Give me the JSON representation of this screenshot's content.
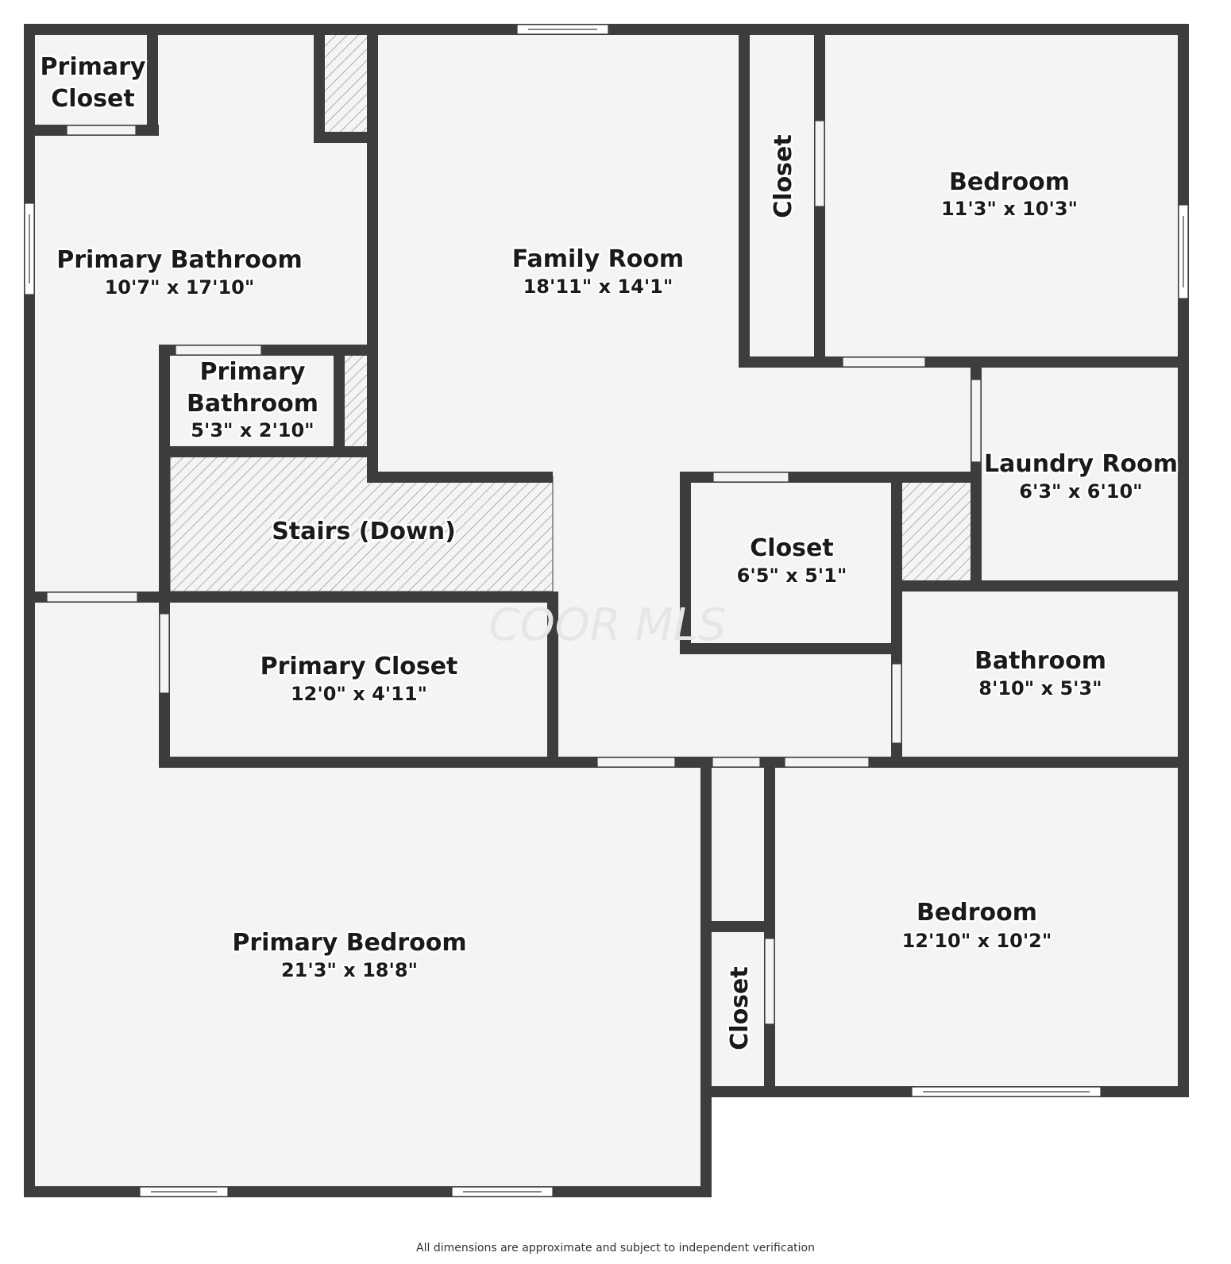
{
  "rooms": [
    {
      "id": "primary-closet-top",
      "name_lines": [
        "Primary",
        "Closet"
      ],
      "dim": ""
    },
    {
      "id": "primary-bathroom",
      "name_lines": [
        "Primary Bathroom"
      ],
      "dim": "10'7\" x 17'10\""
    },
    {
      "id": "primary-bathroom-small",
      "name_lines": [
        "Primary",
        "Bathroom"
      ],
      "dim": "5'3\" x 2'10\""
    },
    {
      "id": "family-room",
      "name_lines": [
        "Family Room"
      ],
      "dim": "18'11\" x 14'1\""
    },
    {
      "id": "closet-vertical-top",
      "name_lines": [
        "Closet"
      ],
      "dim": ""
    },
    {
      "id": "bedroom-top-right",
      "name_lines": [
        "Bedroom"
      ],
      "dim": "11'3\" x 10'3\""
    },
    {
      "id": "laundry-room",
      "name_lines": [
        "Laundry Room"
      ],
      "dim": "6'3\" x 6'10\""
    },
    {
      "id": "stairs",
      "name_lines": [
        "Stairs (Down)"
      ],
      "dim": ""
    },
    {
      "id": "closet-center",
      "name_lines": [
        "Closet"
      ],
      "dim": "6'5\" x 5'1\""
    },
    {
      "id": "bathroom",
      "name_lines": [
        "Bathroom"
      ],
      "dim": "8'10\" x 5'3\""
    },
    {
      "id": "primary-closet-mid",
      "name_lines": [
        "Primary Closet"
      ],
      "dim": "12'0\" x 4'11\""
    },
    {
      "id": "primary-bedroom",
      "name_lines": [
        "Primary Bedroom"
      ],
      "dim": "21'3\" x 18'8\""
    },
    {
      "id": "bedroom-bottom-right",
      "name_lines": [
        "Bedroom"
      ],
      "dim": "12'10\" x 10'2\""
    },
    {
      "id": "closet-vertical-bottom",
      "name_lines": [
        "Closet"
      ],
      "dim": ""
    }
  ],
  "watermark": "COOR MLS",
  "footer": "All dimensions are approximate and subject to independent verification",
  "colors": {
    "wall": "#3d3d3d",
    "floor": "#f4f4f4",
    "text": "#1a1a1a"
  }
}
